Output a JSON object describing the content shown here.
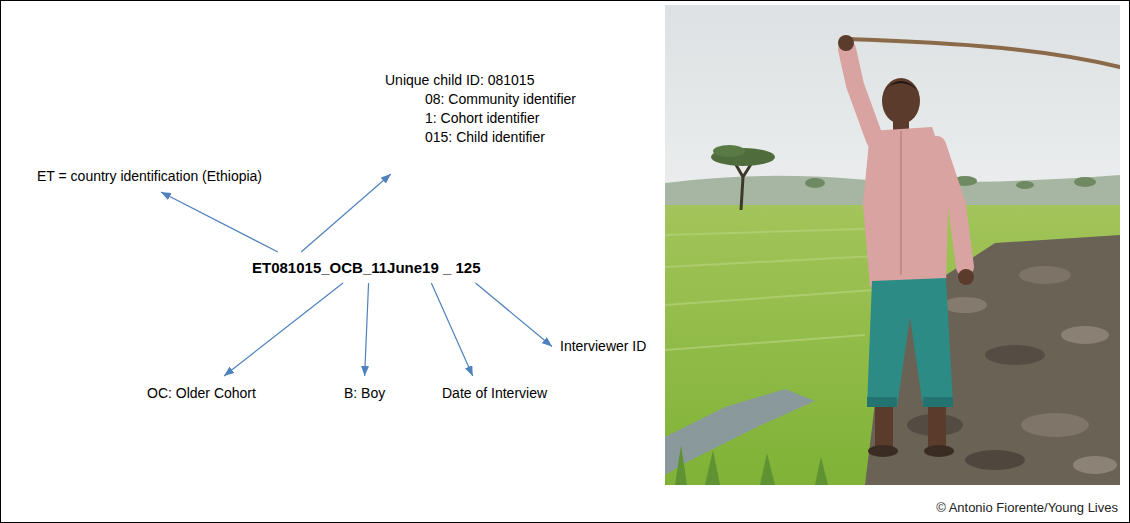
{
  "diagram": {
    "nodes": [
      {
        "text": [
          "Unique child ID: 081015",
          "08: Community identifier",
          "1: Cohort identifier",
          "015: Child identifier"
        ]
      },
      {
        "text": [
          "ET = country identification (Ethiopia)"
        ]
      },
      {
        "text": [
          "ET081015_OCB_11June19 _ 125"
        ]
      },
      {
        "text": [
          "Interviewer ID"
        ]
      },
      {
        "text": [
          "OC: Older Cohort"
        ]
      },
      {
        "text": [
          "B: Boy"
        ]
      },
      {
        "text": [
          "Date of Interview"
        ]
      }
    ],
    "edges": [
      {
        "from": 2,
        "to": 1,
        "arrow": "to"
      },
      {
        "from": 2,
        "to": 0,
        "arrow": "to"
      },
      {
        "from": 2,
        "to": 4,
        "arrow": "to"
      },
      {
        "from": 2,
        "to": 5,
        "arrow": "to"
      },
      {
        "from": 2,
        "to": 6,
        "arrow": "to"
      },
      {
        "from": 2,
        "to": 3,
        "arrow": "to"
      }
    ],
    "labels": [
      "© Antonio Fiorente/Young Lives"
    ]
  }
}
